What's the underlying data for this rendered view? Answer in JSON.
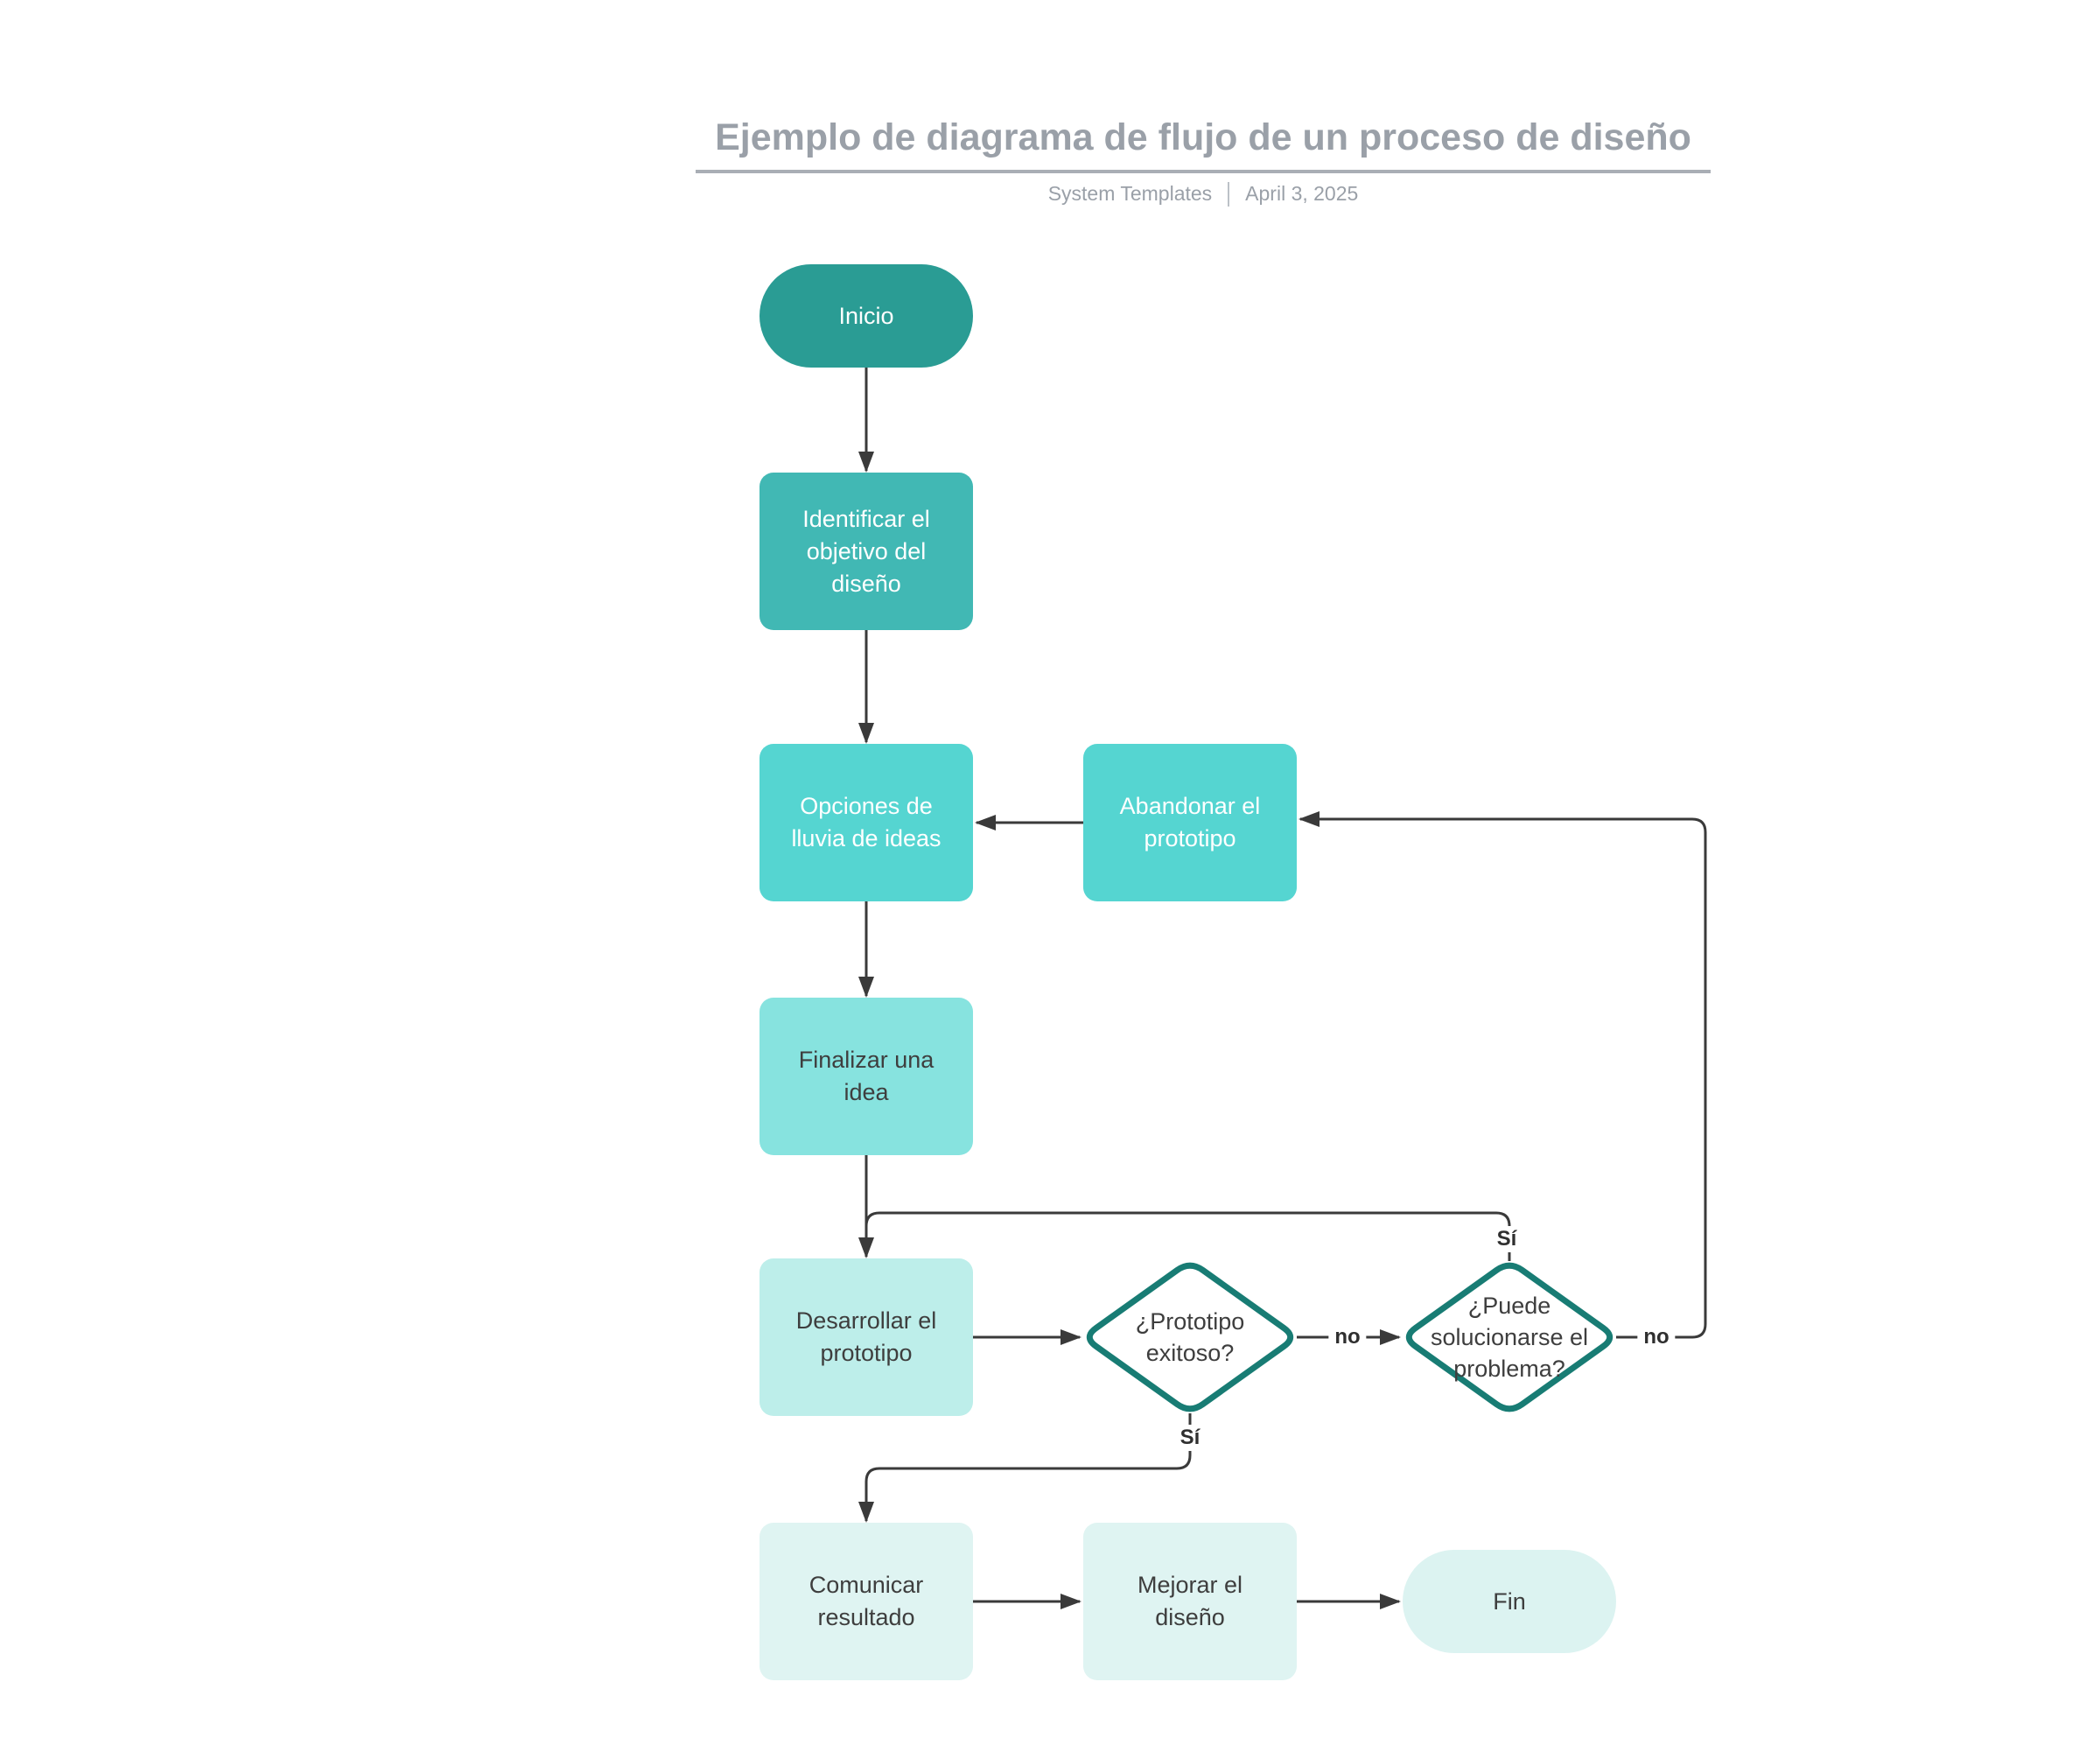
{
  "header": {
    "title": "Ejemplo de diagrama de flujo de un proceso de diseño",
    "author": "System Templates",
    "date": "April 3, 2025"
  },
  "nodes": {
    "inicio": {
      "label": "Inicio",
      "type": "terminator",
      "fill": "#2a9c94",
      "text_color": "#ffffff"
    },
    "identificar": {
      "label": "Identificar el\nobjetivo del\ndiseño",
      "type": "process",
      "fill": "#41b8b4",
      "text_color": "#ffffff"
    },
    "opciones": {
      "label": "Opciones de\nlluvia de ideas",
      "type": "process",
      "fill": "#55d5d1",
      "text_color": "#ffffff"
    },
    "abandonar": {
      "label": "Abandonar el\nprototipo",
      "type": "process",
      "fill": "#55d5d1",
      "text_color": "#ffffff"
    },
    "finalizar": {
      "label": "Finalizar una\nidea",
      "type": "process",
      "fill": "#87e3df",
      "text_color": "#3e3e3e"
    },
    "desarrollar": {
      "label": "Desarrollar el\nprototipo",
      "type": "process",
      "fill": "#bdeeea",
      "text_color": "#3e3e3e"
    },
    "prototipo_exitoso": {
      "label": "¿Prototipo\nexitoso?",
      "type": "decision",
      "fill": "#ffffff",
      "border_color": "#187c74",
      "text_color": "#3e3e3e"
    },
    "puede_solucionarse": {
      "label": "¿Puede\nsolucionarse el\nproblema?",
      "type": "decision",
      "fill": "#ffffff",
      "border_color": "#187c74",
      "text_color": "#3e3e3e"
    },
    "comunicar": {
      "label": "Comunicar\nresultado",
      "type": "process",
      "fill": "#dff4f2",
      "text_color": "#3e3e3e"
    },
    "mejorar": {
      "label": "Mejorar el\ndiseño",
      "type": "process",
      "fill": "#dff4f2",
      "text_color": "#3e3e3e"
    },
    "fin": {
      "label": "Fin",
      "type": "terminator",
      "fill": "#dcf3f1",
      "text_color": "#3e3e3e"
    }
  },
  "edge_labels": {
    "prototipo_si": "Sí",
    "prototipo_no": "no",
    "solucionarse_si": "Sí",
    "solucionarse_no": "no"
  },
  "colors": {
    "connector": "#3a3a3a",
    "decision_border": "#187c74",
    "title_gray": "#9aa0a8",
    "underline_gray": "#a9aeb5"
  }
}
